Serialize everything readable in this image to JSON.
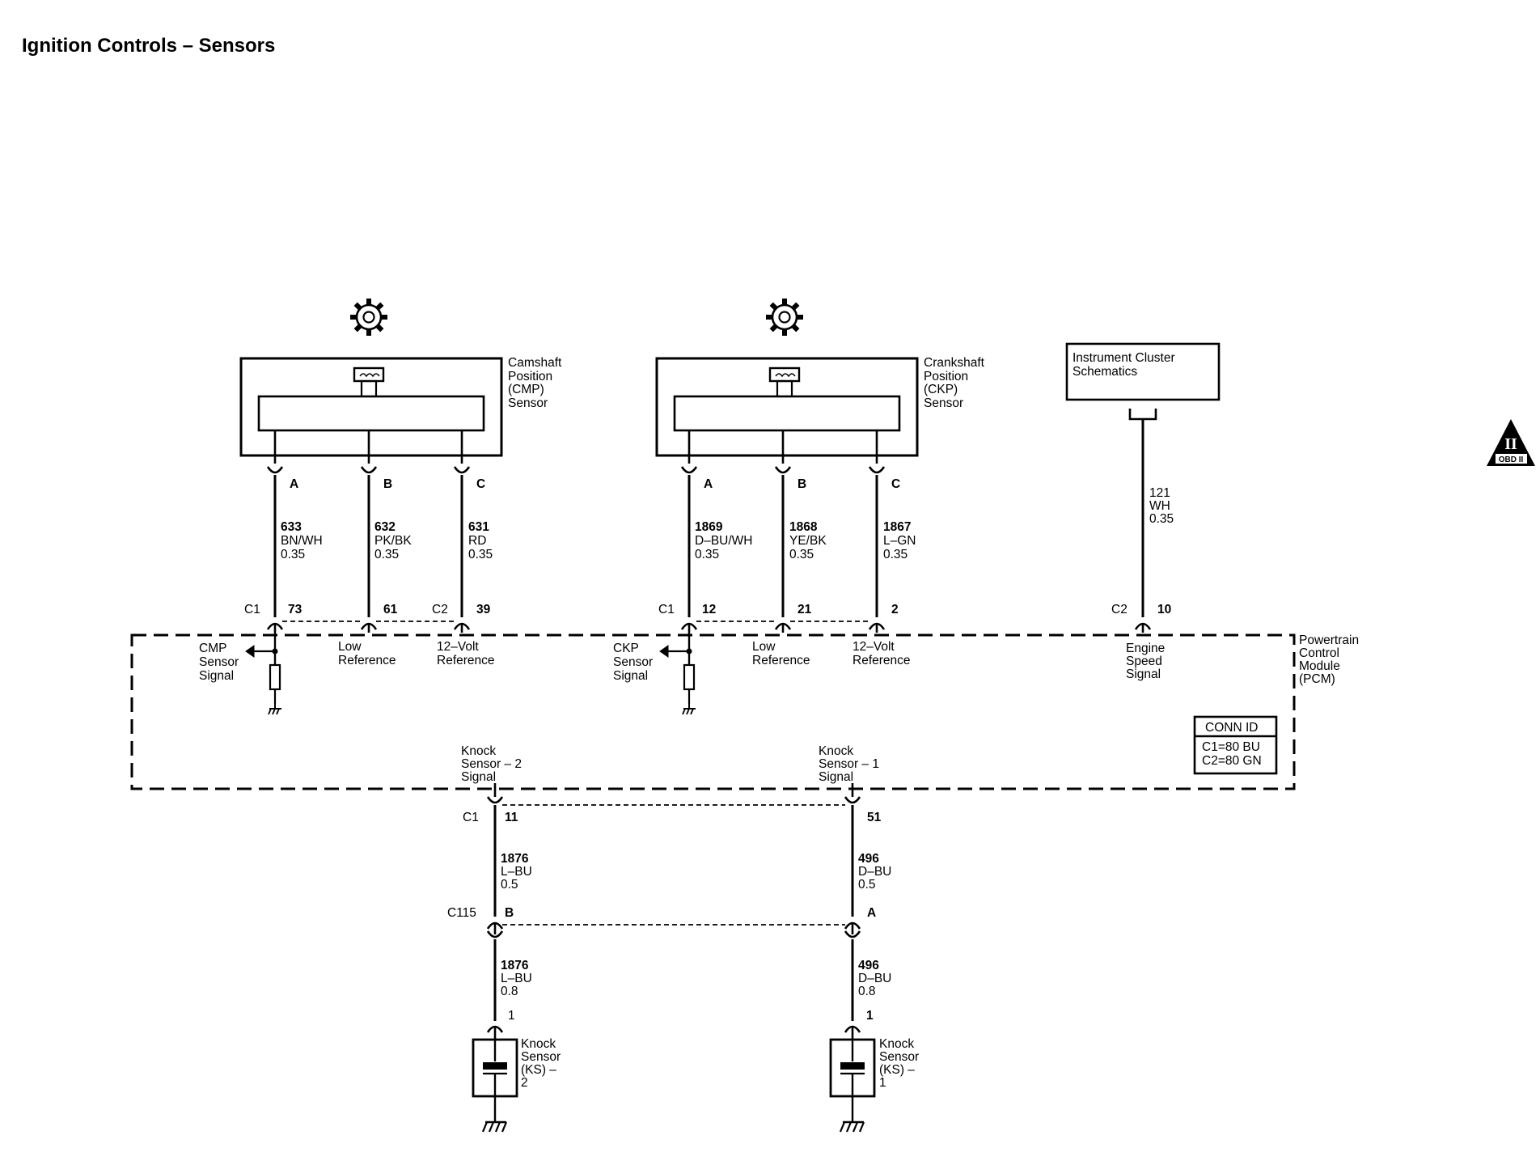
{
  "title": "Ignition Controls – Sensors",
  "cmp": {
    "name_lines": [
      "Camshaft",
      "Position",
      "(CMP)",
      "Sensor"
    ],
    "pins": [
      {
        "letter": "A",
        "circuit": "633",
        "color": "BN/WH",
        "size": "0.35",
        "pcm_pin": "73",
        "connector": "C1"
      },
      {
        "letter": "B",
        "circuit": "632",
        "color": "PK/BK",
        "size": "0.35",
        "pcm_pin": "61",
        "connector": ""
      },
      {
        "letter": "C",
        "circuit": "631",
        "color": "RD",
        "size": "0.35",
        "pcm_pin": "39",
        "connector": "C2"
      }
    ],
    "signal_lines": [
      "CMP",
      "Sensor",
      "Signal"
    ],
    "low_ref_lines": [
      "Low",
      "Reference"
    ],
    "volt_ref_lines": [
      "12–Volt",
      "Reference"
    ]
  },
  "ckp": {
    "name_lines": [
      "Crankshaft",
      "Position",
      "(CKP)",
      "Sensor"
    ],
    "pins": [
      {
        "letter": "A",
        "circuit": "1869",
        "color": "D–BU/WH",
        "size": "0.35",
        "pcm_pin": "12",
        "connector": "C1"
      },
      {
        "letter": "B",
        "circuit": "1868",
        "color": "YE/BK",
        "size": "0.35",
        "pcm_pin": "21",
        "connector": ""
      },
      {
        "letter": "C",
        "circuit": "1867",
        "color": "L–GN",
        "size": "0.35",
        "pcm_pin": "2",
        "connector": ""
      }
    ],
    "signal_lines": [
      "CKP",
      "Sensor",
      "Signal"
    ],
    "low_ref_lines": [
      "Low",
      "Reference"
    ],
    "volt_ref_lines": [
      "12–Volt",
      "Reference"
    ]
  },
  "instrument_cluster": {
    "name_lines": [
      "Instrument Cluster",
      "Schematics"
    ],
    "circuit": "121",
    "color": "WH",
    "size": "0.35",
    "connector": "C2",
    "pcm_pin": "10",
    "signal_lines": [
      "Engine",
      "Speed",
      "Signal"
    ]
  },
  "pcm": {
    "name_lines": [
      "Powertrain",
      "Control",
      "Module",
      "(PCM)"
    ],
    "conn_id_title": "CONN ID",
    "conn_id_lines": [
      "C1=80 BU",
      "C2=80 GN"
    ]
  },
  "knock": {
    "ks2_signal_lines": [
      "Knock",
      "Sensor – 2",
      "Signal"
    ],
    "ks1_signal_lines": [
      "Knock",
      "Sensor – 1",
      "Signal"
    ],
    "pcm_connector": "C1",
    "ks2_pcm_pin": "11",
    "ks1_pcm_pin": "51",
    "ks2_upper": {
      "circuit": "1876",
      "color": "L–BU",
      "size": "0.5"
    },
    "ks1_upper": {
      "circuit": "496",
      "color": "D–BU",
      "size": "0.5"
    },
    "inline_connector": "C115",
    "ks2_inline_pin": "B",
    "ks1_inline_pin": "A",
    "ks2_lower": {
      "circuit": "1876",
      "color": "L–BU",
      "size": "0.8"
    },
    "ks1_lower": {
      "circuit": "496",
      "color": "D–BU",
      "size": "0.8"
    },
    "ks2_sensor_pin": "1",
    "ks1_sensor_pin": "1",
    "ks2_name_lines": [
      "Knock",
      "Sensor",
      "(KS) –",
      "2"
    ],
    "ks1_name_lines": [
      "Knock",
      "Sensor",
      "(KS) –",
      "1"
    ]
  },
  "obd_badge": {
    "numeral": "II",
    "text": "OBD II"
  }
}
